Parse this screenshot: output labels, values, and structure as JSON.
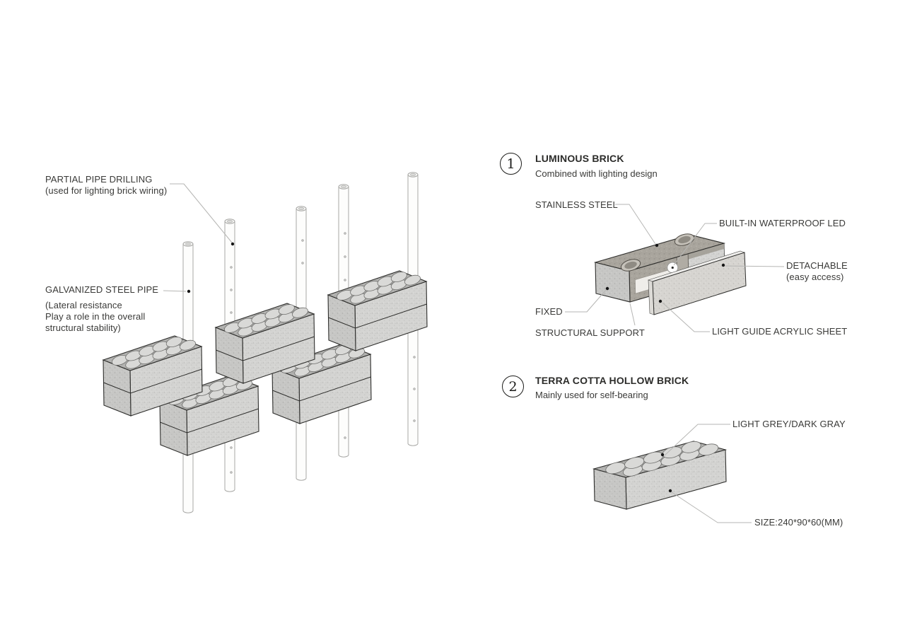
{
  "diagram": {
    "background": "#ffffff",
    "annotations": {
      "partial_pipe_drilling": "PARTIAL PIPE DRILLING\n(used for lighting brick wiring)",
      "galvanized_steel_pipe": "GALVANIZED STEEL PIPE",
      "galvanized_note": "(Lateral resistance\nPlay a role in the overall\nstructural stability)"
    },
    "sections": [
      {
        "number": "1",
        "title": "LUMINOUS BRICK",
        "subtitle": "Combined with lighting design",
        "labels": {
          "stainless_steel": "STAINLESS STEEL",
          "built_in_led": "BUILT-IN WATERPROOF LED",
          "detachable": "DETACHABLE\n(easy access)",
          "fixed": "FIXED",
          "structural_support": "STRUCTURAL SUPPORT",
          "light_guide": "LIGHT GUIDE ACRYLIC SHEET"
        }
      },
      {
        "number": "2",
        "title": "TERRA COTTA HOLLOW BRICK",
        "subtitle": "Mainly used for self-bearing",
        "labels": {
          "color_spec": "LIGHT GREY/DARK GRAY",
          "size_spec": "SIZE:240*90*60(MM)"
        }
      }
    ],
    "colors": {
      "text": "#3a3a38",
      "leader_line": "#b6b6b4",
      "leader_dot": "#151515",
      "edge": "#2e2e2c",
      "brick_top": "#b3b3b1",
      "brick_front": "#d4d4d2",
      "brick_end": "#c7c7c5",
      "brick_hole": "#d9d9d7",
      "luminous_top": "#a9a59d",
      "acrylic_panel": "#d7d5d1",
      "pipe": "#fdfdfc"
    }
  }
}
